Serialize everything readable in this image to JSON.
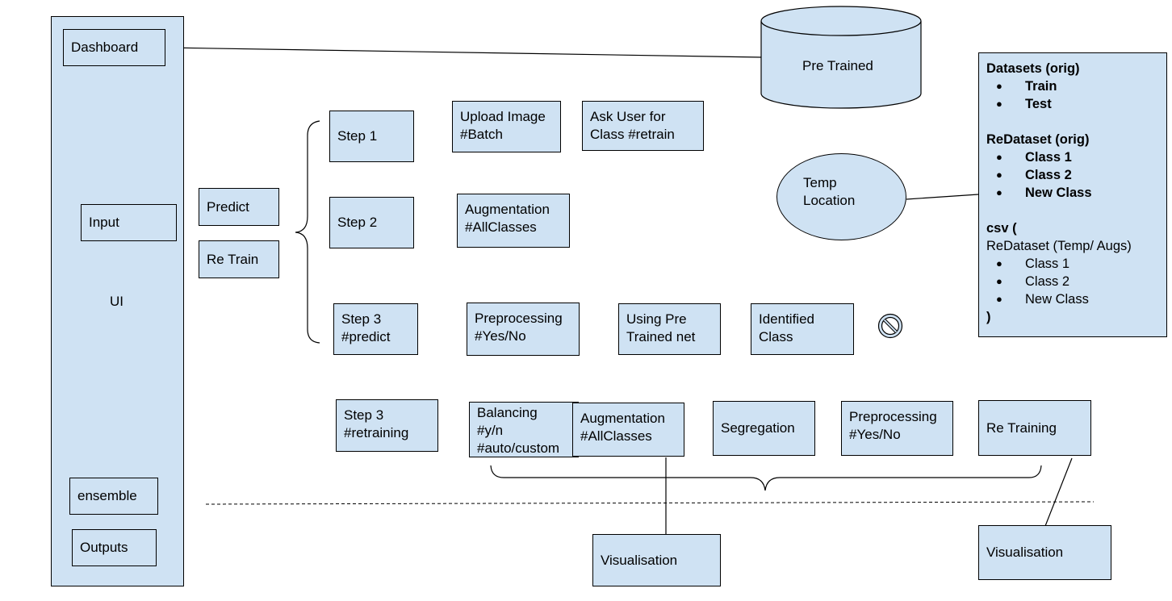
{
  "sidebar": {
    "dashboard": "Dashboard",
    "input": "Input",
    "ui": "UI",
    "ensemble": "ensemble",
    "outputs": "Outputs"
  },
  "db": {
    "pretrained": "Pre Trained"
  },
  "modes": {
    "predict": "Predict",
    "retrain": "Re Train"
  },
  "steps": {
    "step1": "Step 1",
    "step2": "Step 2",
    "step3_predict": [
      "Step 3",
      "#predict"
    ],
    "step3_retraining": [
      "Step 3",
      "#retraining"
    ]
  },
  "step1_row": {
    "upload": [
      "Upload Image",
      "#Batch"
    ],
    "ask_user": [
      "Ask User for",
      "Class #retrain"
    ]
  },
  "step2_row": {
    "augmentation": [
      "Augmentation",
      "#AllClasses"
    ]
  },
  "predict_row": {
    "preprocessing": [
      "Preprocessing",
      "#Yes/No"
    ],
    "using_pretrained": [
      "Using Pre",
      "Trained net"
    ],
    "identified": [
      "Identified",
      "Class"
    ]
  },
  "retrain_row": {
    "balancing": [
      "Balancing",
      "#y/n",
      "#auto/custom"
    ],
    "augmentation": [
      "Augmentation",
      "#AllClasses"
    ],
    "segregation": "Segregation",
    "preprocessing": [
      "Preprocessing",
      "#Yes/No"
    ],
    "retraining": "Re Training"
  },
  "visualisation": {
    "left": "Visualisation",
    "right": "Visualisation"
  },
  "temp": [
    "Temp",
    "Location"
  ],
  "datasets_panel": {
    "datasets_title": "Datasets (orig)",
    "datasets_items": [
      "Train",
      "Test"
    ],
    "redataset_title": "ReDataset (orig)",
    "redataset_items": [
      "Class 1",
      "Class 2",
      "New Class"
    ],
    "csv_open": "csv (",
    "csv_sub": "ReDataset (Temp/ Augs)",
    "csv_items": [
      "Class 1",
      "Class 2",
      "New Class"
    ],
    "csv_close": ")"
  },
  "icons": {
    "blocked": "prohibited-icon"
  }
}
